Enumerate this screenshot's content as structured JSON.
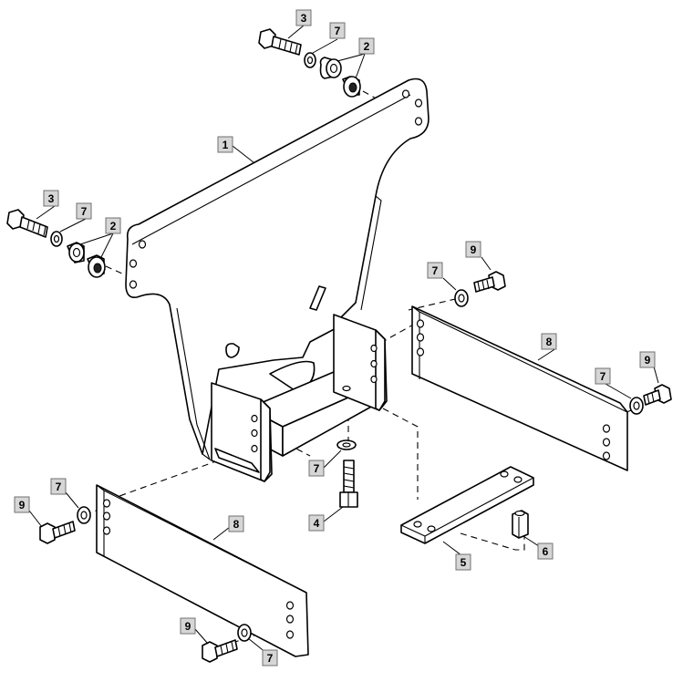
{
  "callouts": {
    "c1": "1",
    "c2a": "2",
    "c2b": "2",
    "c3a": "3",
    "c3b": "3",
    "c4": "4",
    "c5": "5",
    "c6": "6",
    "c7a": "7",
    "c7b": "7",
    "c7c": "7",
    "c7d": "7",
    "c7e": "7",
    "c7f": "7",
    "c7g": "7",
    "c8a": "8",
    "c8b": "8",
    "c9a": "9",
    "c9b": "9",
    "c9c": "9",
    "c9d": "9"
  },
  "colors": {
    "label_fill": "#d6d6d6",
    "line": "#000000"
  }
}
